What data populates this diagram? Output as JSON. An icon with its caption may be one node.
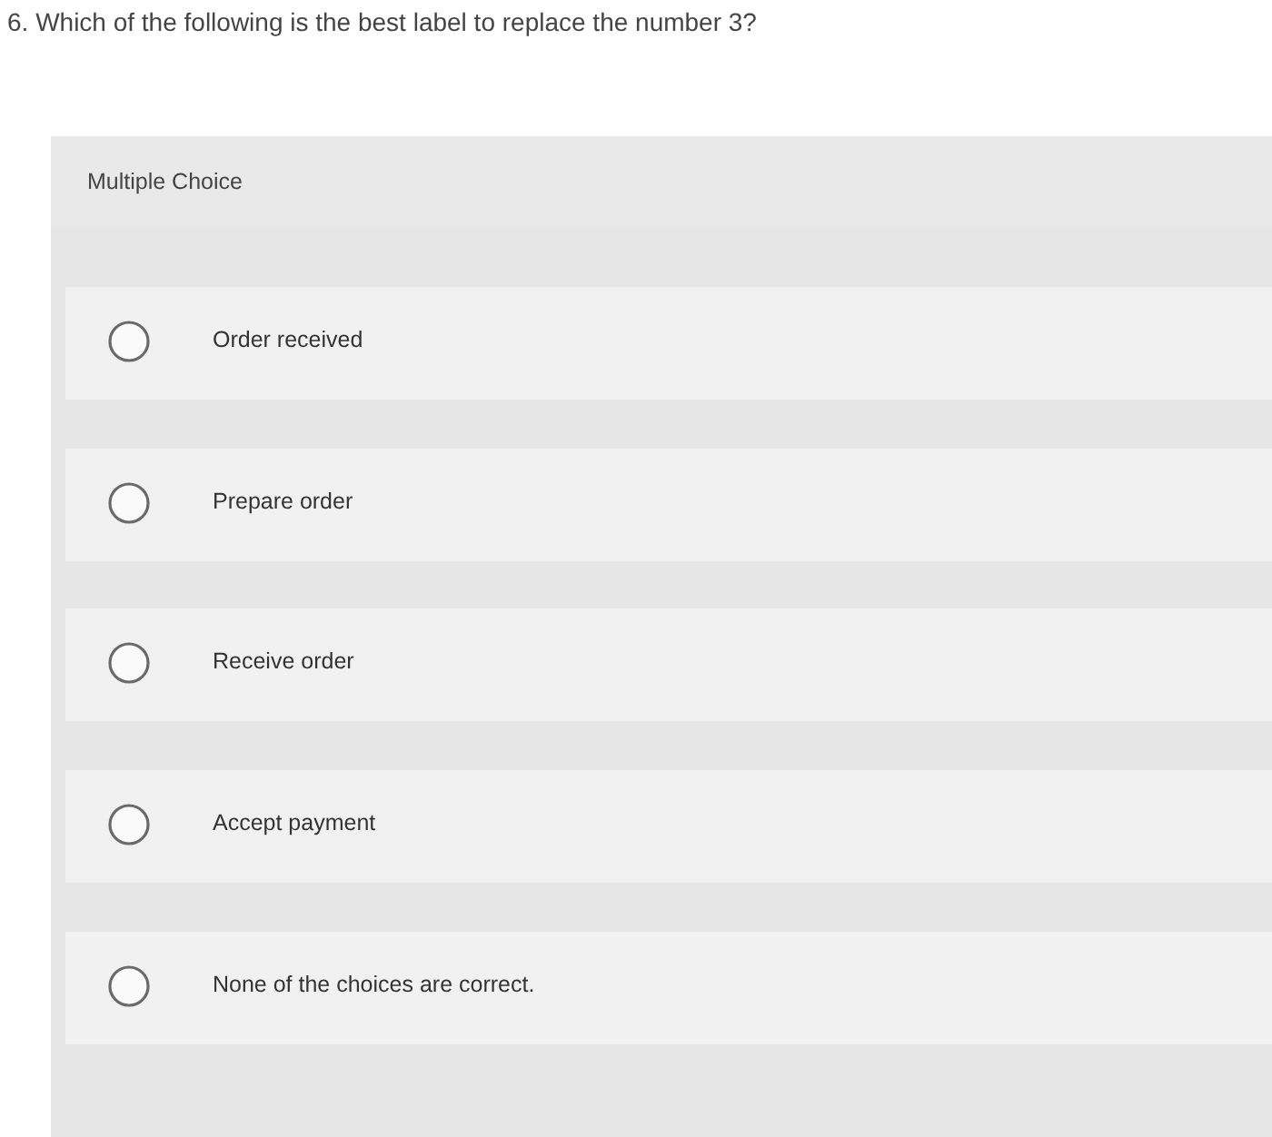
{
  "diagram": {
    "title": "6. Which of the following is the best label to replace the number 3?",
    "nodes": [
      {
        "text": [
          "Order received"
        ]
      },
      {
        "text": [
          "Prepare order"
        ]
      },
      {
        "text": [
          "Receive order"
        ]
      },
      {
        "text": [
          "Accept payment"
        ]
      },
      {
        "text": [
          "None of the choices are correct."
        ]
      }
    ],
    "labels": [
      "Multiple Choice"
    ]
  }
}
